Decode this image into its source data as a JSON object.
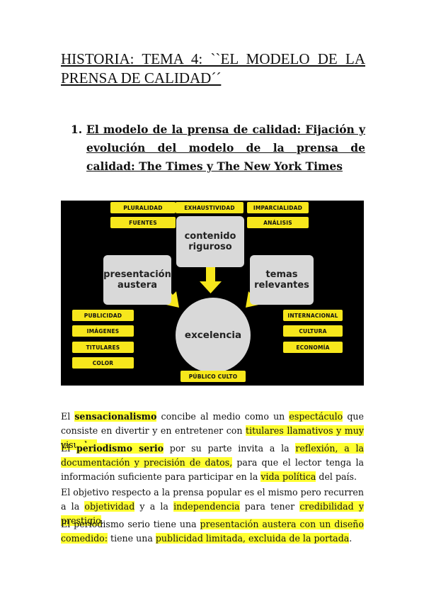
{
  "doc": {
    "title": "HISTORIA: TEMA 4: ``EL MODELO DE LA PRENSA DE CALIDAD´´",
    "section_number": "1.",
    "section_title": "El modelo de la prensa de calidad: Fijación y evolución del modelo de la prensa de calidad: The Times y The New York Times"
  },
  "diagram": {
    "top_labels": [
      "PLURALIDAD",
      "EXHAUSTIVIDAD",
      "IMPARCIALIDAD",
      "FUENTES",
      "ANÁLISIS"
    ],
    "left_labels": [
      "PUBLICIDAD",
      "IMÁGENES",
      "TITULARES",
      "COLOR"
    ],
    "right_labels": [
      "INTERNACIONAL",
      "CULTURA",
      "ECONOMÍA"
    ],
    "bottom_label": "PÚBLICO CULTO",
    "box_contenido": "contenido riguroso",
    "box_presentacion": "presentación austera",
    "box_temas": "temas relevantes",
    "center": "excelencia",
    "colors": {
      "background": "#000000",
      "label": "#f7e71c",
      "box": "#d9d9d9",
      "arrow": "#f7e71c"
    }
  },
  "paragraphs": {
    "p1": {
      "a": "El ",
      "b": "sensacionalismo",
      "c": " concibe al medio como un ",
      "d": "espectáculo",
      "e": " que consiste en divertir y en entretener con ",
      "f": "titulares llamativos y muy visuales",
      "g": "."
    },
    "p2": {
      "a": "El ",
      "b": "periodismo serio",
      "c": " por su parte invita a la ",
      "d": "reflexión, a la documentación y precisión de datos,",
      "e": " para que el lector tenga la información suficiente para participar en la ",
      "f": "vida política",
      "g": " del país."
    },
    "p3": {
      "a": "El objetivo respecto a la prensa popular es el mismo pero recurren a la ",
      "b": "objetividad",
      "c": " y a la ",
      "d": "independencia",
      "e": " para tener ",
      "f": "credibilidad y prestigio",
      "g": "."
    },
    "p4": {
      "a": "El periodismo serio tiene una ",
      "b": "presentación austera con un diseño comedido:",
      "c": " tiene una ",
      "d": "publicidad limitada, excluida de la portada",
      "e": "."
    }
  },
  "highlight_color": "#ffff33"
}
